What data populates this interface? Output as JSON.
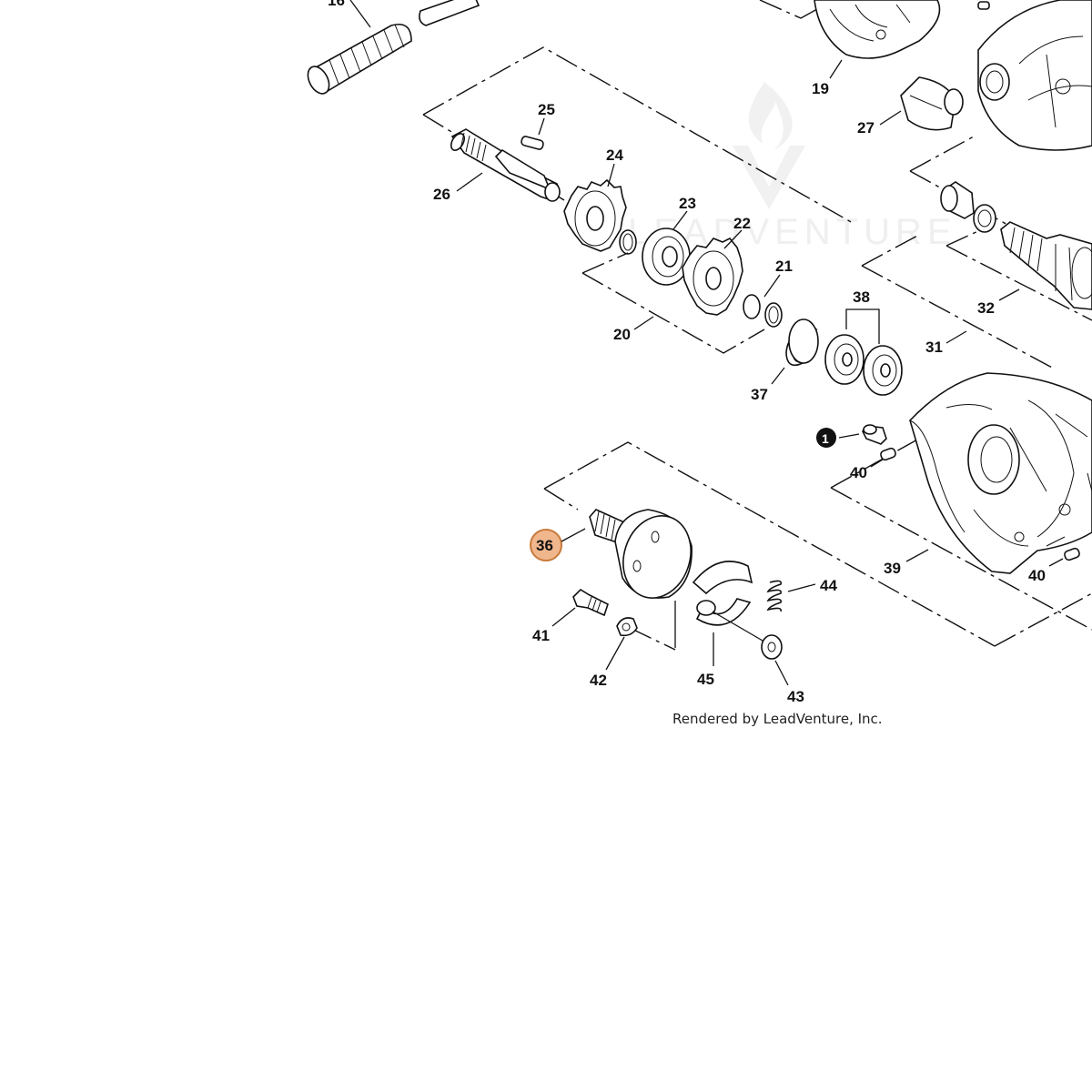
{
  "watermark": {
    "brand": "LEADVENTURE"
  },
  "credit": "Rendered by LeadVenture, Inc.",
  "highlight_color": "#f0b68c",
  "highlight_stroke": "#c77a3a",
  "callouts": {
    "c16": "16",
    "c19": "19",
    "c25": "25",
    "c24": "24",
    "c27": "27",
    "c26": "26",
    "c23": "23",
    "c22": "22",
    "c21": "21",
    "c20": "20",
    "c32": "32",
    "c38": "38",
    "c31": "31",
    "c37": "37",
    "c1": "1",
    "c40a": "40",
    "c40b": "40",
    "c36": "36",
    "c44": "44",
    "c39": "39",
    "c41": "41",
    "c42": "42",
    "c45": "45",
    "c43": "43"
  }
}
